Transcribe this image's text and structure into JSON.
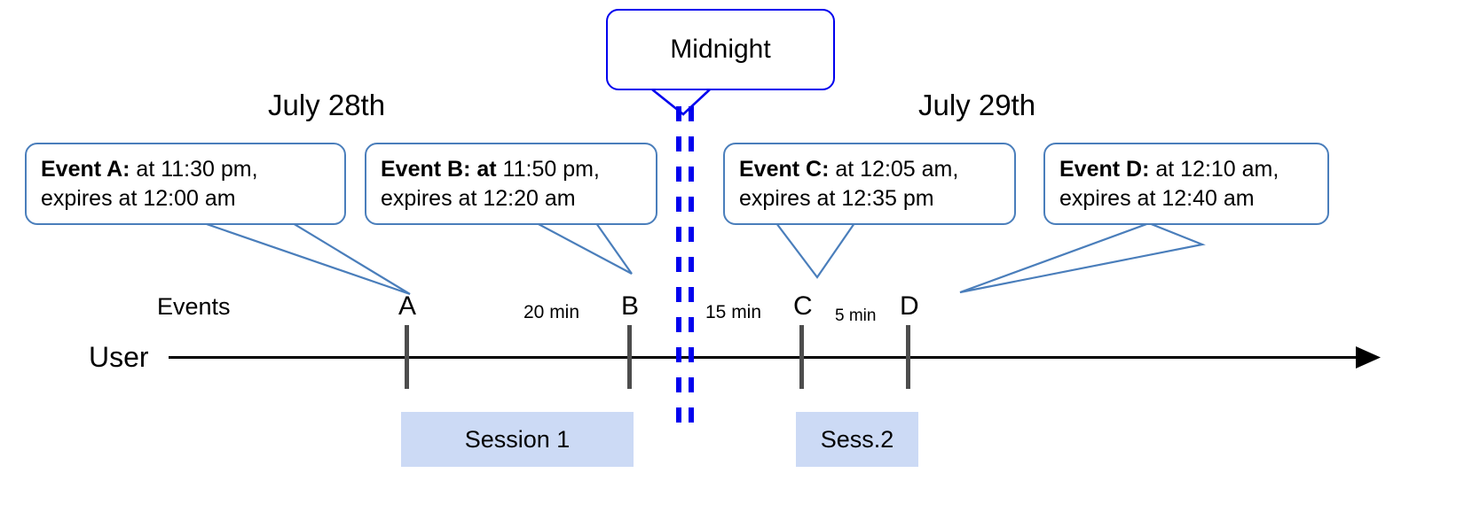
{
  "diagram": {
    "title_label": "Midnight",
    "dates": [
      {
        "id": "july28",
        "label": "July 28th"
      },
      {
        "id": "july29",
        "label": "July 29th"
      }
    ],
    "row_labels": {
      "events": "Events",
      "user": "User"
    },
    "callouts": [
      {
        "id": "event-a",
        "bold_head": "Event A:",
        "line1_rest": " at 11:30 pm,",
        "line2": "expires at 12:00 am",
        "bold_rest": false
      },
      {
        "id": "event-b",
        "bold_head": "Event B: at",
        "line1_rest": " 11:50 pm,",
        "line2": "expires at 12:20 am",
        "bold_rest": false
      },
      {
        "id": "event-c",
        "bold_head": "Event C:",
        "line1_rest": " at 12:05 am,",
        "line2": "expires at 12:35 pm",
        "bold_rest": false
      },
      {
        "id": "event-d",
        "bold_head": "Event D:",
        "line1_rest": "  at 12:10 am,",
        "line2": "expires at 12:40 am",
        "bold_rest": false
      }
    ],
    "markers": [
      {
        "id": "marker-a",
        "letter": "A"
      },
      {
        "id": "marker-b",
        "letter": "B"
      },
      {
        "id": "marker-c",
        "letter": "C"
      },
      {
        "id": "marker-d",
        "letter": "D"
      }
    ],
    "gaps": [
      {
        "id": "gap-ab",
        "label": "20 min"
      },
      {
        "id": "gap-bc",
        "label": "15 min"
      },
      {
        "id": "gap-cd",
        "label": "5 min"
      }
    ],
    "sessions": [
      {
        "id": "session-1",
        "label": "Session 1"
      },
      {
        "id": "session-2",
        "label": "Sess.2"
      }
    ],
    "colors": {
      "callout_border": "#4a7ebb",
      "midnight_blue": "#0000ee",
      "session_fill": "#ccdaf5",
      "axis": "#000000",
      "tick": "#4d4d4d"
    }
  }
}
